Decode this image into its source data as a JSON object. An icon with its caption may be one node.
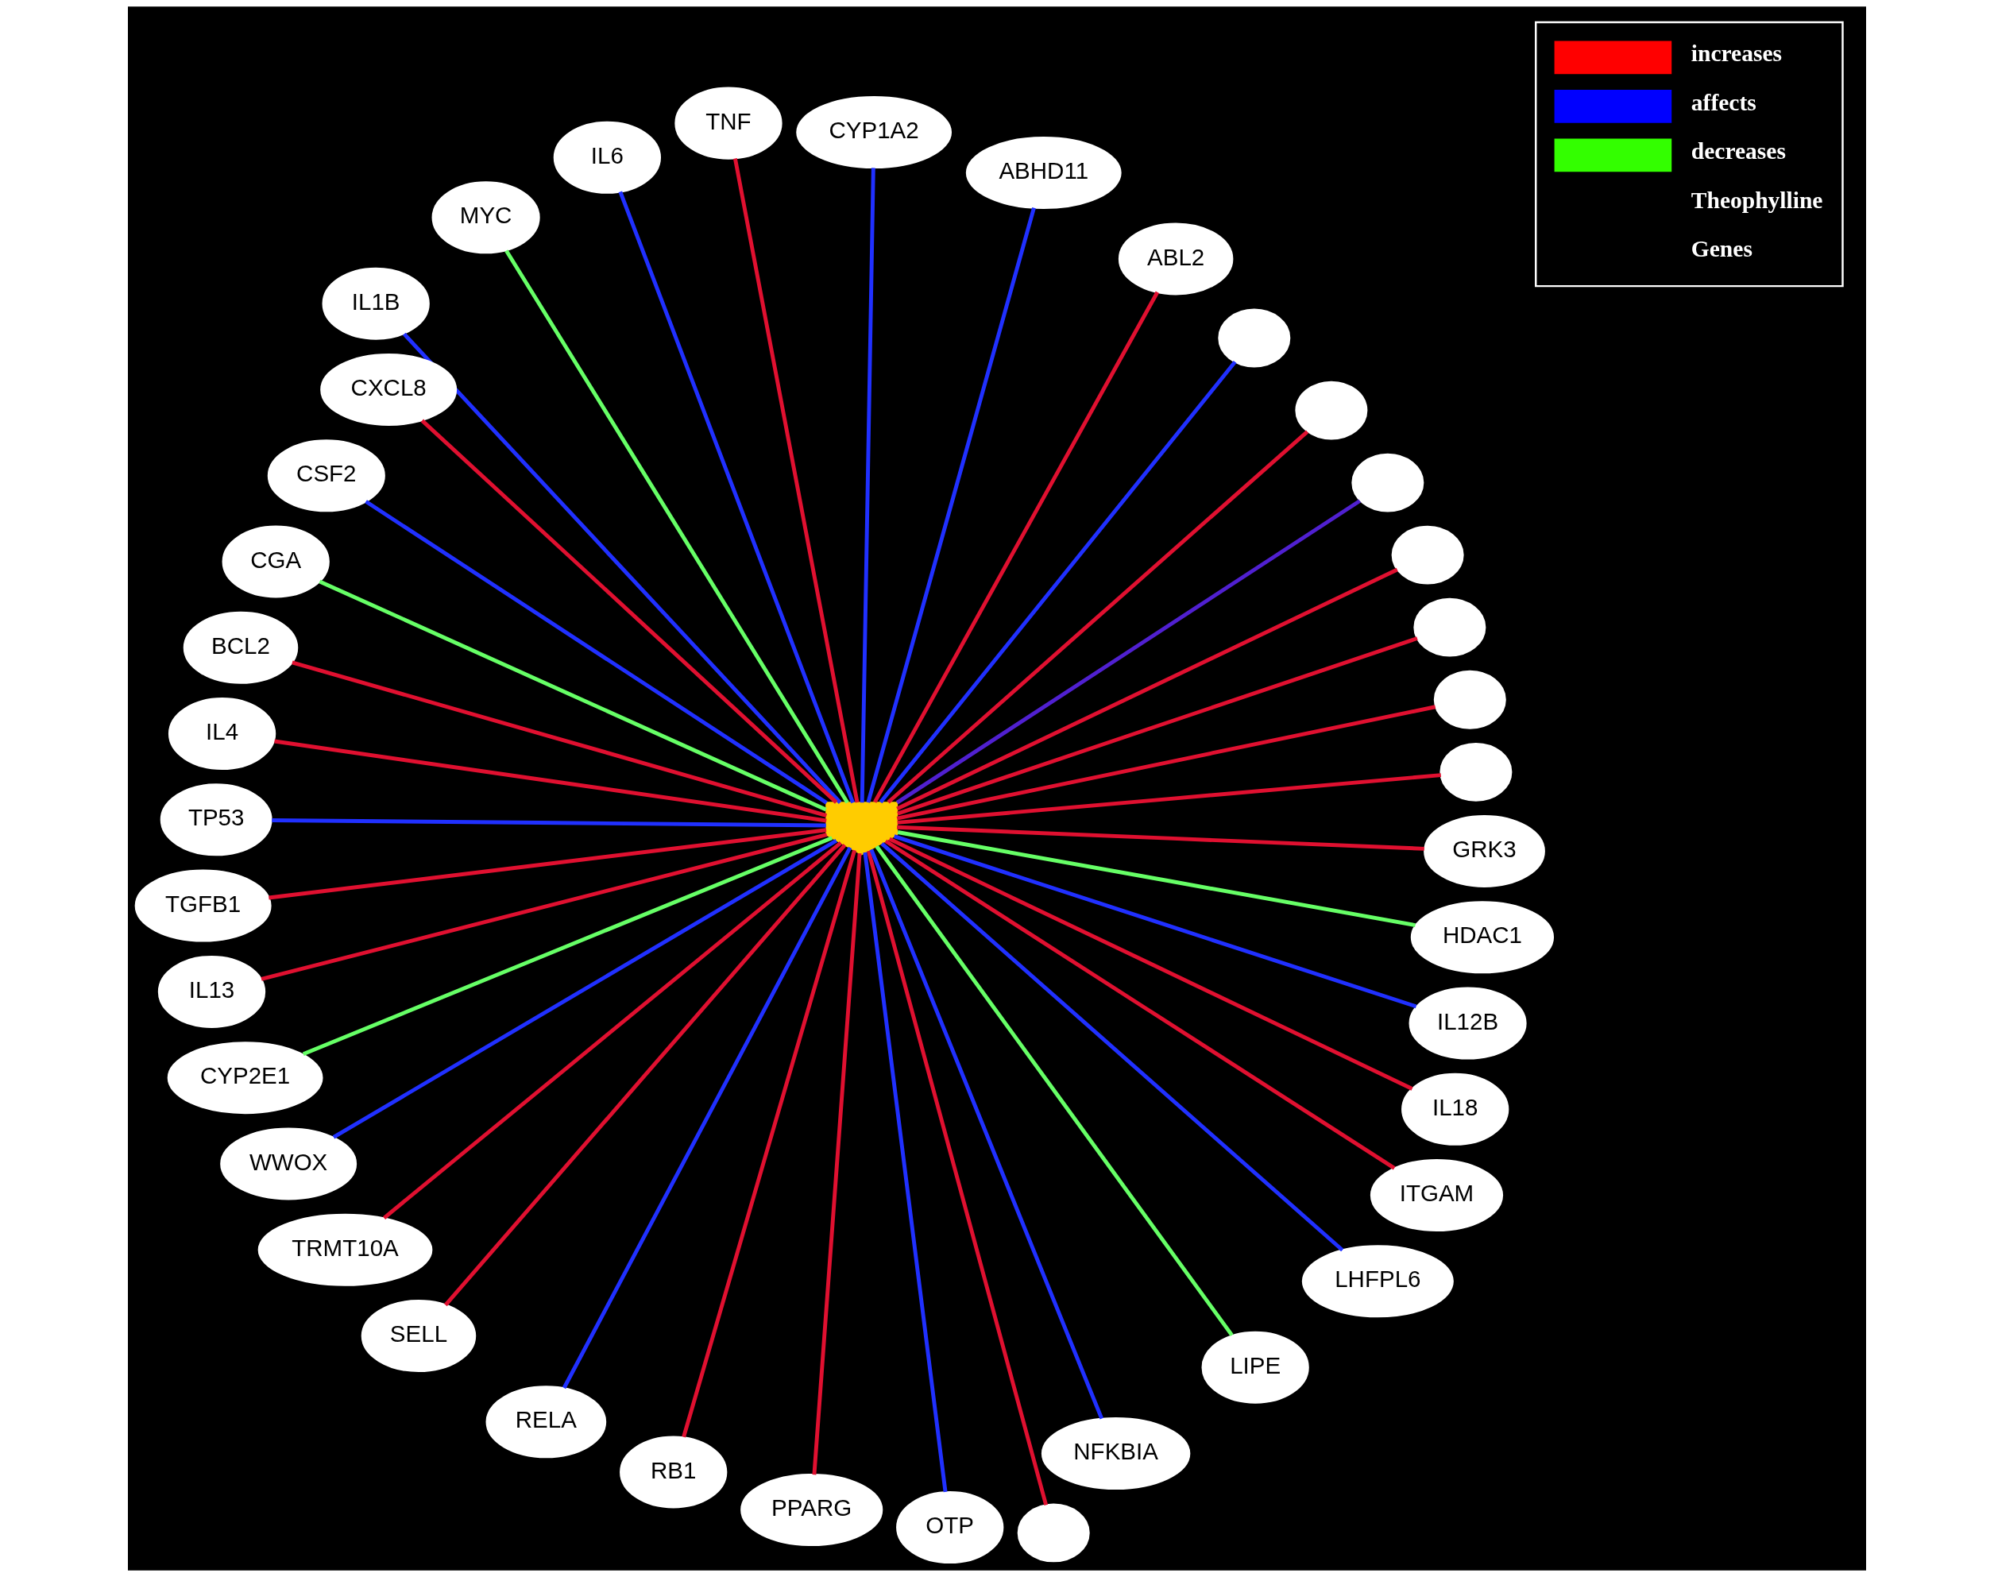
{
  "diagram": {
    "nodes": [
      {
        "text": [],
        "shape": "chevron"
      },
      {
        "text": [],
        "shape": "circle"
      },
      {
        "text": [],
        "shape": "circle"
      },
      {
        "text": [],
        "shape": "circle"
      },
      {
        "text": [],
        "shape": "circle"
      },
      {
        "text": [],
        "shape": "circle"
      },
      {
        "text": [],
        "shape": "circle"
      },
      {
        "text": [],
        "shape": "circle"
      },
      {
        "text": [
          "ABL2"
        ]
      },
      {
        "text": [
          "ABHD11"
        ]
      },
      {
        "text": [
          "CYP1A2"
        ]
      },
      {
        "text": [
          "TNF"
        ]
      },
      {
        "text": [
          "IL6"
        ]
      },
      {
        "text": [
          "MYC"
        ]
      },
      {
        "text": [
          "IL1B"
        ]
      },
      {
        "text": [
          "CXCL8"
        ]
      },
      {
        "text": [
          "CSF2"
        ]
      },
      {
        "text": [
          "CGA"
        ]
      },
      {
        "text": [
          "BCL2"
        ]
      },
      {
        "text": [
          "IL4"
        ]
      },
      {
        "text": [
          "TP53"
        ]
      },
      {
        "text": [
          "TGFB1"
        ]
      },
      {
        "text": [
          "IL13"
        ]
      },
      {
        "text": [
          "CYP2E1"
        ]
      },
      {
        "text": [
          "WWOX"
        ]
      },
      {
        "text": [
          "TRMT10A"
        ]
      },
      {
        "text": [
          "SELL"
        ]
      },
      {
        "text": [
          "RELA"
        ]
      },
      {
        "text": [
          "RB1"
        ]
      },
      {
        "text": [
          "PPARG"
        ]
      },
      {
        "text": [],
        "shape": "circle"
      },
      {
        "text": [
          "OTP"
        ]
      },
      {
        "text": [
          "NFKBIA"
        ]
      },
      {
        "text": [
          "LIPE"
        ]
      },
      {
        "text": [
          "LHFPL6"
        ]
      },
      {
        "text": [
          "ITGAM"
        ]
      },
      {
        "text": [
          "IL18"
        ]
      },
      {
        "text": [
          "IL12B"
        ]
      },
      {
        "text": [
          "HDAC1"
        ]
      },
      {
        "text": [
          "GRK3"
        ]
      }
    ],
    "edges": [
      {
        "from": 0,
        "to": 1,
        "arrow": "none",
        "color": "#e01030"
      },
      {
        "from": 0,
        "to": 2,
        "arrow": "none",
        "color": "#e01030"
      },
      {
        "from": 0,
        "to": 3,
        "arrow": "none",
        "color": "#e01030"
      },
      {
        "from": 0,
        "to": 4,
        "arrow": "none",
        "color": "#e01030"
      },
      {
        "from": 0,
        "to": 5,
        "arrow": "none",
        "color": "#5020d0"
      },
      {
        "from": 0,
        "to": 6,
        "arrow": "none",
        "color": "#e01030"
      },
      {
        "from": 0,
        "to": 7,
        "arrow": "none",
        "color": "#2030ff"
      },
      {
        "from": 0,
        "to": 8,
        "arrow": "none",
        "color": "#e01030"
      },
      {
        "from": 0,
        "to": 9,
        "arrow": "none",
        "color": "#2030ff"
      },
      {
        "from": 0,
        "to": 10,
        "arrow": "none",
        "color": "#2030ff"
      },
      {
        "from": 0,
        "to": 11,
        "arrow": "none",
        "color": "#e01030"
      },
      {
        "from": 0,
        "to": 12,
        "arrow": "none",
        "color": "#2030ff"
      },
      {
        "from": 0,
        "to": 13,
        "arrow": "none",
        "color": "#66ff66"
      },
      {
        "from": 0,
        "to": 14,
        "arrow": "none",
        "color": "#2030ff"
      },
      {
        "from": 0,
        "to": 15,
        "arrow": "none",
        "color": "#e01030"
      },
      {
        "from": 0,
        "to": 16,
        "arrow": "none",
        "color": "#2030ff"
      },
      {
        "from": 0,
        "to": 17,
        "arrow": "none",
        "color": "#66ff66"
      },
      {
        "from": 0,
        "to": 18,
        "arrow": "none",
        "color": "#e01030"
      },
      {
        "from": 0,
        "to": 19,
        "arrow": "none",
        "color": "#e01030"
      },
      {
        "from": 0,
        "to": 20,
        "arrow": "none",
        "color": "#2030ff"
      },
      {
        "from": 0,
        "to": 21,
        "arrow": "none",
        "color": "#e01030"
      },
      {
        "from": 0,
        "to": 22,
        "arrow": "none",
        "color": "#e01030"
      },
      {
        "from": 0,
        "to": 23,
        "arrow": "none",
        "color": "#66ff66"
      },
      {
        "from": 0,
        "to": 24,
        "arrow": "none",
        "color": "#2030ff"
      },
      {
        "from": 0,
        "to": 25,
        "arrow": "none",
        "color": "#e01030"
      },
      {
        "from": 0,
        "to": 26,
        "arrow": "none",
        "color": "#e01030"
      },
      {
        "from": 0,
        "to": 27,
        "arrow": "none",
        "color": "#2030ff"
      },
      {
        "from": 0,
        "to": 28,
        "arrow": "none",
        "color": "#e01030"
      },
      {
        "from": 0,
        "to": 29,
        "arrow": "none",
        "color": "#e01030"
      },
      {
        "from": 0,
        "to": 30,
        "arrow": "none",
        "color": "#e01030"
      },
      {
        "from": 0,
        "to": 31,
        "arrow": "none",
        "color": "#2030ff"
      },
      {
        "from": 0,
        "to": 32,
        "arrow": "none",
        "color": "#2030ff"
      },
      {
        "from": 0,
        "to": 33,
        "arrow": "none",
        "color": "#66ff66"
      },
      {
        "from": 0,
        "to": 34,
        "arrow": "none",
        "color": "#2030ff"
      },
      {
        "from": 0,
        "to": 35,
        "arrow": "none",
        "color": "#e01030"
      },
      {
        "from": 0,
        "to": 36,
        "arrow": "none",
        "color": "#e01030"
      },
      {
        "from": 0,
        "to": 37,
        "arrow": "none",
        "color": "#2030ff"
      },
      {
        "from": 0,
        "to": 38,
        "arrow": "none",
        "color": "#66ff66"
      },
      {
        "from": 0,
        "to": 39,
        "arrow": "none",
        "color": "#e01030"
      }
    ],
    "legend": [
      {
        "text": "increases",
        "color": "#ff0000"
      },
      {
        "text": "affects",
        "color": "#0000ff"
      },
      {
        "text": "decreases",
        "color": "#33ff00"
      },
      {
        "text": "Theophylline"
      },
      {
        "text": "Genes"
      }
    ]
  }
}
